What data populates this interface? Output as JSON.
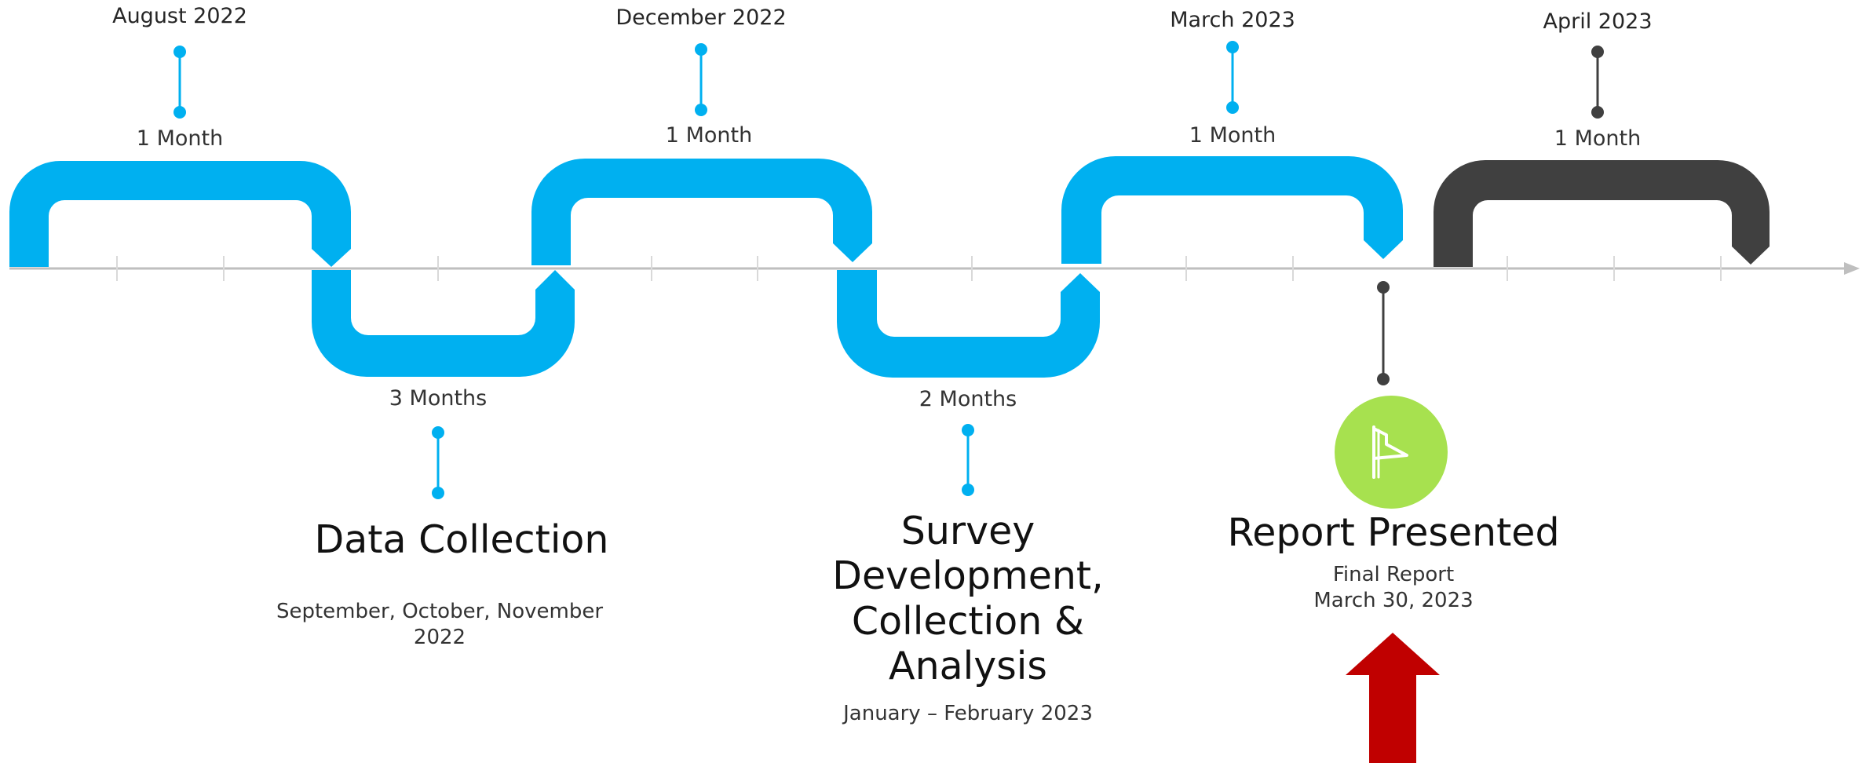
{
  "colors": {
    "blue": "#00b0f0",
    "dark": "#404040",
    "axis": "#bfbfbf",
    "green": "#a7e14f",
    "arrow": "#c00000"
  },
  "icon": "flag-icon",
  "top_dates": [
    "August 2022",
    "December 2022",
    "March 2023",
    "April 2023"
  ],
  "top_durations": [
    "1 Month",
    "1 Month",
    "1 Month",
    "1 Month"
  ],
  "bottom_durations": [
    "3 Months",
    "2 Months"
  ],
  "milestones": [
    {
      "title": "Data Collection",
      "subtitle": "September, October, November\n2022"
    },
    {
      "title": "Survey\nDevelopment,\nCollection &\nAnalysis",
      "subtitle": "January – February 2023"
    },
    {
      "title": "Report Presented",
      "subtitle": "Final Report\nMarch 30, 2023"
    }
  ]
}
